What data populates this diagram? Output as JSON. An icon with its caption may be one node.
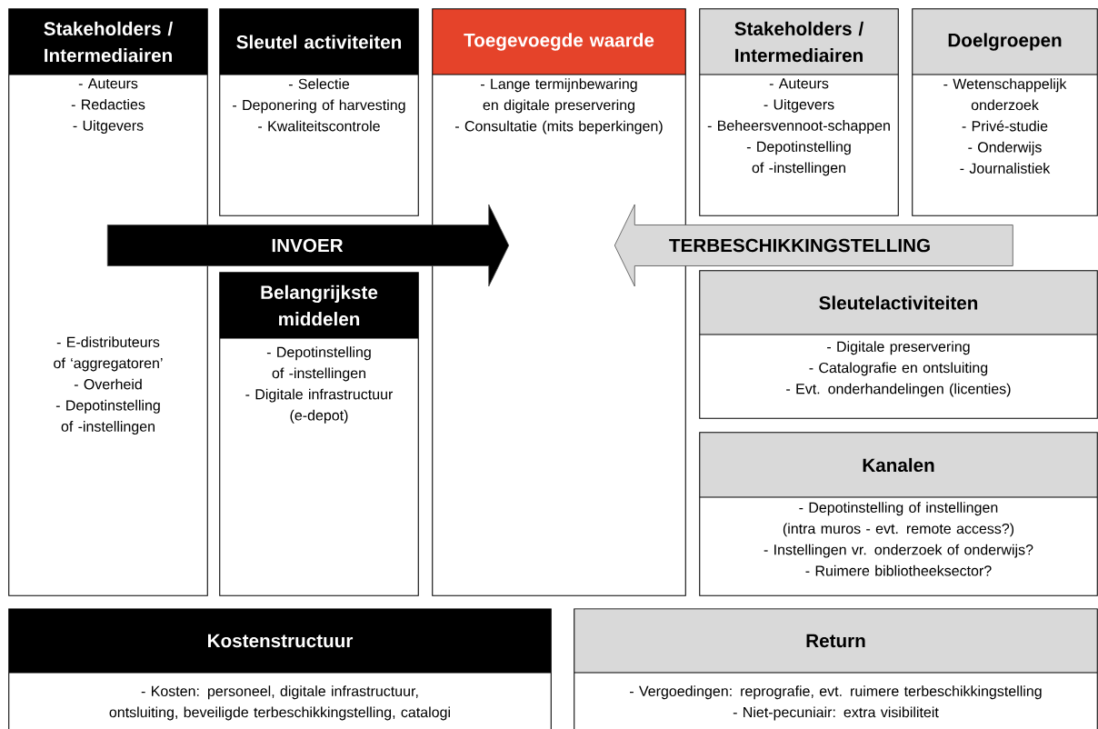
{
  "diagram": {
    "nodes": [
      {
        "text": [
          "Stakeholders / Intermediairen",
          "- Auteurs",
          "- Redacties",
          "- Uitgevers",
          "- E-distributeurs of ‘aggregatoren’",
          "- Overheid",
          "- Depotinstelling of -instellingen"
        ]
      },
      {
        "text": [
          "Sleutel activiteiten",
          "- Selectie",
          "- Deponering of harvesting",
          "- Kwaliteitscontrole"
        ]
      },
      {
        "text": [
          "Toegevoegde waarde",
          "- Lange termijnbewaring en digitale preservering",
          "- Consultatie (mits beperkingen)"
        ]
      },
      {
        "text": [
          "Stakeholders / Intermediairen",
          "- Auteurs",
          "- Uitgevers",
          "- Beheersvennoot-schappen",
          "- Depotinstelling of -instellingen"
        ]
      },
      {
        "text": [
          "Doelgroepen",
          "- Wetenschappelijk onderzoek",
          "- Privé-studie",
          "- Onderwijs",
          "- Journalistiek"
        ]
      },
      {
        "text": [
          "Belangrijkste middelen",
          "- Depotinstelling of -instellingen",
          "- Digitale infrastructuur (e-depot)"
        ]
      },
      {
        "text": [
          "Sleutelactiviteiten",
          "- Digitale preservering",
          "- Catalografie en ontsluiting",
          "- Evt. onderhandelingen (licenties)"
        ]
      },
      {
        "text": [
          "Kanalen",
          "- Depotinstelling of instellingen (intra muros - evt. remote access?)",
          "- Instellingen vr. onderzoek of onderwijs?",
          "- Ruimere bibliotheeksector?"
        ]
      },
      {
        "text": [
          "Kostenstructuur",
          "- Kosten: personeel, digitale infrastructuur, ontsluiting, beveiligde terbeschikkingstelling, catalogi"
        ]
      },
      {
        "text": [
          "Return",
          "- Vergoedingen: reprografie, evt. ruimere terbeschikkingstelling",
          "- Niet-pecuniair: extra visibiliteit"
        ]
      }
    ],
    "edges": [
      {
        "from": 0,
        "to": 2,
        "arrow": "to",
        "label": "INVOER",
        "style": "thick"
      },
      {
        "from": 3,
        "to": 2,
        "arrow": "to",
        "label": "TERBESCHIKKINGSTELLING",
        "style": "thick",
        "color": "#d9d9d9"
      }
    ]
  }
}
